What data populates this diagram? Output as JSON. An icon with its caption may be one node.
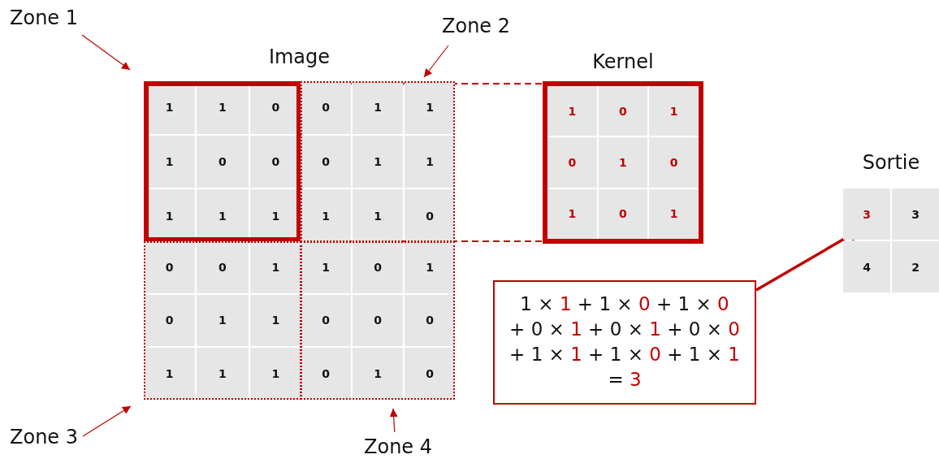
{
  "diagram": {
    "nodes": [
      {
        "text": [
          "Image"
        ]
      },
      {
        "text": [
          "1",
          "1",
          "0",
          "1",
          "0",
          "0",
          "1",
          "1",
          "1"
        ],
        "in": 0
      },
      {
        "text": [
          "0",
          "1",
          "1",
          "0",
          "1",
          "1",
          "1",
          "1",
          "0"
        ],
        "in": 0
      },
      {
        "text": [
          "0",
          "0",
          "1",
          "0",
          "1",
          "1",
          "1",
          "1",
          "1"
        ],
        "in": 0
      },
      {
        "text": [
          "1",
          "0",
          "1",
          "0",
          "0",
          "0",
          "0",
          "1",
          "0"
        ],
        "in": 0
      },
      {
        "text": [
          "Zone 1"
        ]
      },
      {
        "text": [
          "Zone 2"
        ]
      },
      {
        "text": [
          "Zone 3"
        ]
      },
      {
        "text": [
          "Zone 4"
        ]
      },
      {
        "text": [
          "Kernel",
          "1",
          "0",
          "1",
          "0",
          "1",
          "0",
          "1",
          "0",
          "1"
        ]
      },
      {
        "text": [
          "1 × 1 + 1 × 0 + 1 × 0 + 0 × 1 + 0 × 1 + 0 × 0 + 1 × 1 + 1 × 0 + 1 × 1 = 3"
        ]
      },
      {
        "text": [
          "Sortie",
          "3",
          "3",
          "4",
          "2"
        ]
      }
    ],
    "edges": [
      {
        "from": 5,
        "to": 1,
        "arrow": "to"
      },
      {
        "from": 6,
        "to": 2,
        "arrow": "to"
      },
      {
        "from": 7,
        "to": 3,
        "arrow": "to"
      },
      {
        "from": 8,
        "to": 4,
        "arrow": "to"
      },
      {
        "from": 1,
        "to": 9,
        "arrow": "none",
        "style": "dashed"
      },
      {
        "from": 1,
        "to": 9,
        "arrow": "none",
        "style": "dashed"
      },
      {
        "from": 10,
        "to": 11,
        "arrow": "to",
        "style": "thick"
      }
    ]
  }
}
